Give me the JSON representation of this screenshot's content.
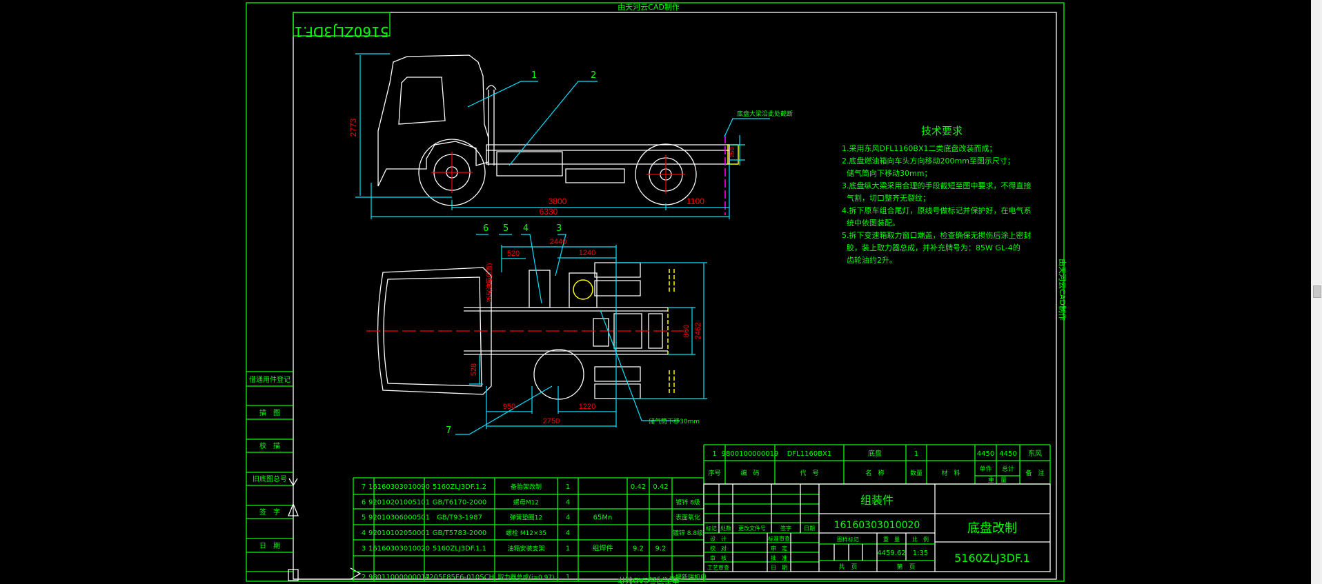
{
  "watermark": "由天河云CAD制作",
  "drawing_number_mirrored": "5160ZLJ3DF.1",
  "side_view": {
    "callouts": [
      "1",
      "2"
    ],
    "dims": {
      "height": "2773",
      "wheelbase": "3800",
      "rear_overhang": "1100",
      "overall": "6330"
    },
    "cut_note": "底盘大梁沿此处截断",
    "cut_dim": "250"
  },
  "top_view": {
    "callouts": [
      "6",
      "5",
      "4",
      "3",
      "7"
    ],
    "dims": {
      "d2440": "2440",
      "d520": "520",
      "d1240": "1240",
      "d2462": "2462",
      "d860": "860",
      "d528": "528",
      "d950": "950",
      "d1220": "1220",
      "d2750": "2750",
      "d255": "255(油箱位置)"
    },
    "air_tank_note": "储气筒下移30mm"
  },
  "tech_requirements": {
    "title": "技术要求",
    "lines": [
      "1.采用东风DFL1160BX1二类底盘改装而成；",
      "2.底盘燃油箱向车头方向移动200mm至图示尺寸；",
      "  储气筒向下移动30mm；",
      "3.底盘纵大梁采用合理的手段截短至图中要求，不得直接",
      "  气割，切口整齐无裂纹；",
      "4.拆下原车组合尾灯，原线号做标记并保护好，在电气系",
      "  统中依图装配。",
      "5.拆下变速箱取力窗口端盖，检查确保无损伤后涂上密封",
      "  胶，装上取力器总成，并补充牌号为：85W GL-4的",
      "  齿轮油约2升。"
    ]
  },
  "left_panel": [
    "借通用件登记",
    "描　图",
    "校　描",
    "旧底图总号",
    "签　字",
    "日　期"
  ],
  "bom": {
    "rows": [
      [
        "7",
        "16160303010090",
        "5160ZLJ3DF.1.2",
        "备胎架改制",
        "1",
        "",
        "0.42",
        "0.42",
        ""
      ],
      [
        "6",
        "92010201005101",
        "GB/T6170-2000",
        "螺母M12",
        "4",
        "",
        "",
        "",
        "镀锌 8级"
      ],
      [
        "5",
        "92010306000501",
        "GB/T93-1987",
        "弹簧垫圈12",
        "4",
        "65Mn",
        "",
        "",
        "表面氧化"
      ],
      [
        "4",
        "92010102050001",
        "GB/T5783-2000",
        "螺栓 M12×35",
        "4",
        "",
        "",
        "",
        "镀锌 8.8级"
      ],
      [
        "3",
        "16160303010020",
        "5160ZLJ3DF.1.1",
        "油箱安装支架",
        "1",
        "组焊件",
        "9.2",
        "9.2",
        ""
      ],
      [
        "2",
        "98011000000017",
        "4205F85E6-010SCH",
        "取力器总成(i=0.97)",
        "1",
        "",
        "",
        "",
        "十堰新瑞机电"
      ],
      [
        "1",
        "9800100000019",
        "DFL1160BX1",
        "底盘",
        "1",
        "",
        "4450",
        "4450",
        "东风"
      ]
    ],
    "headers": [
      "序号",
      "编　码",
      "代　号",
      "名　称",
      "数量",
      "材　料",
      "单件",
      "总计",
      "重　量",
      "备　注"
    ]
  },
  "title_block": {
    "rev_headers": [
      "标记",
      "处数",
      "更改文件号",
      "签字",
      "日期"
    ],
    "sign_labels": [
      "设　计",
      "校　对",
      "审　核",
      "工艺审查"
    ],
    "sign_labels2": [
      "标准审查",
      "审　定",
      "批　准",
      "日　期"
    ],
    "category": "组装件",
    "part_code": "16160303010020",
    "mark_headers": [
      "图样标记",
      "重　量",
      "比　例"
    ],
    "weight": "4459.62",
    "scale": "1:35",
    "sheets_total": "共　页",
    "sheet_no": "第　页",
    "name": "底盘改制",
    "drawing_number": "5160ZLJ3DF.1"
  },
  "colors": {
    "background": "#000000",
    "frame": "#00ff00",
    "outline": "#ffffff",
    "dimension": "#00e5ff",
    "dim_text": "#ff0000"
  }
}
